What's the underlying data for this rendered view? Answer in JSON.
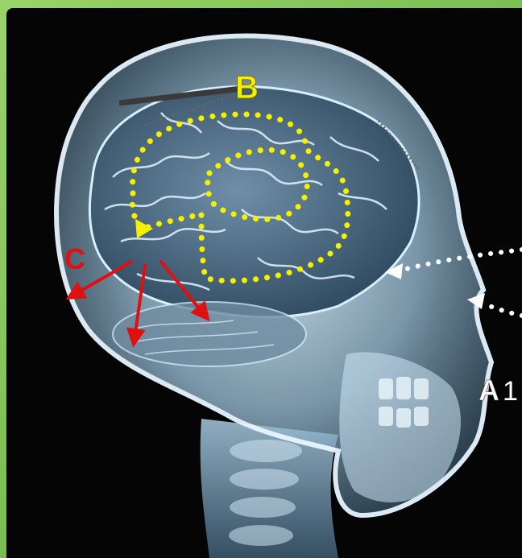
{
  "labels": {
    "b": "B",
    "c": "C",
    "a1_letter": "A",
    "a1_number": "1"
  },
  "colors": {
    "yellow": "#f5f000",
    "red": "#e01010",
    "white_arrow": "#ffffff",
    "frame_green": "#7fbf3f",
    "background": "#050505"
  },
  "image": {
    "subject": "xray-skull-with-brain"
  }
}
